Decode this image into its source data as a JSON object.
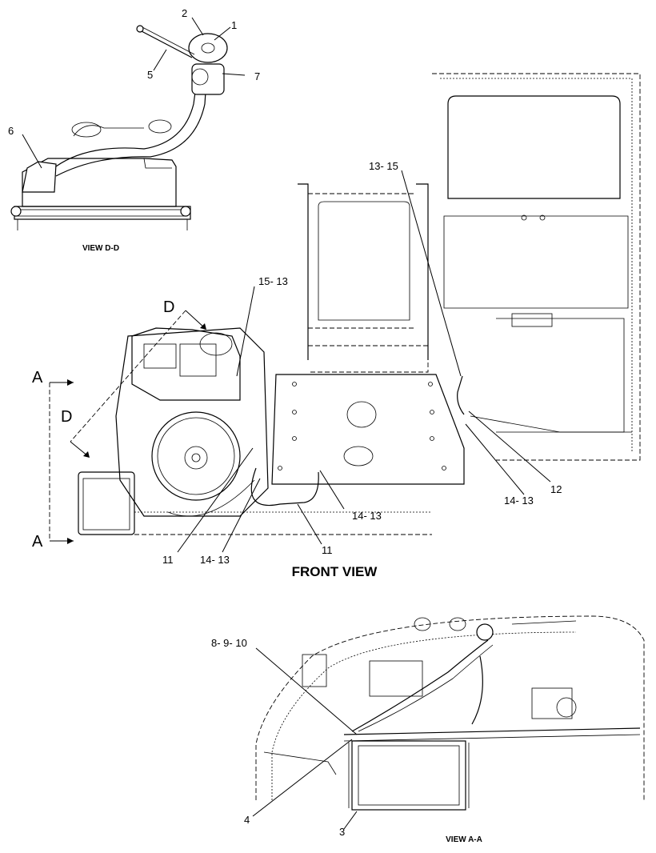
{
  "views": {
    "view_dd": "VIEW D-D",
    "front_view": "FRONT VIEW",
    "view_aa": "VIEW A-A"
  },
  "section_marks": {
    "a_top": "A",
    "a_bottom": "A",
    "d_top": "D",
    "d_left": "D"
  },
  "callouts": {
    "c1": "1",
    "c2": "2",
    "c3": "3",
    "c4": "4",
    "c5": "5",
    "c6": "6",
    "c7": "7",
    "c11a": "11",
    "c11b": "11",
    "c12": "12",
    "c13_15": "13- 15",
    "c15_13": "15- 13",
    "c14_13a": "14- 13",
    "c14_13b": "14- 13",
    "c14_13c": "14- 13",
    "c8_9_10": "8- 9- 10"
  }
}
